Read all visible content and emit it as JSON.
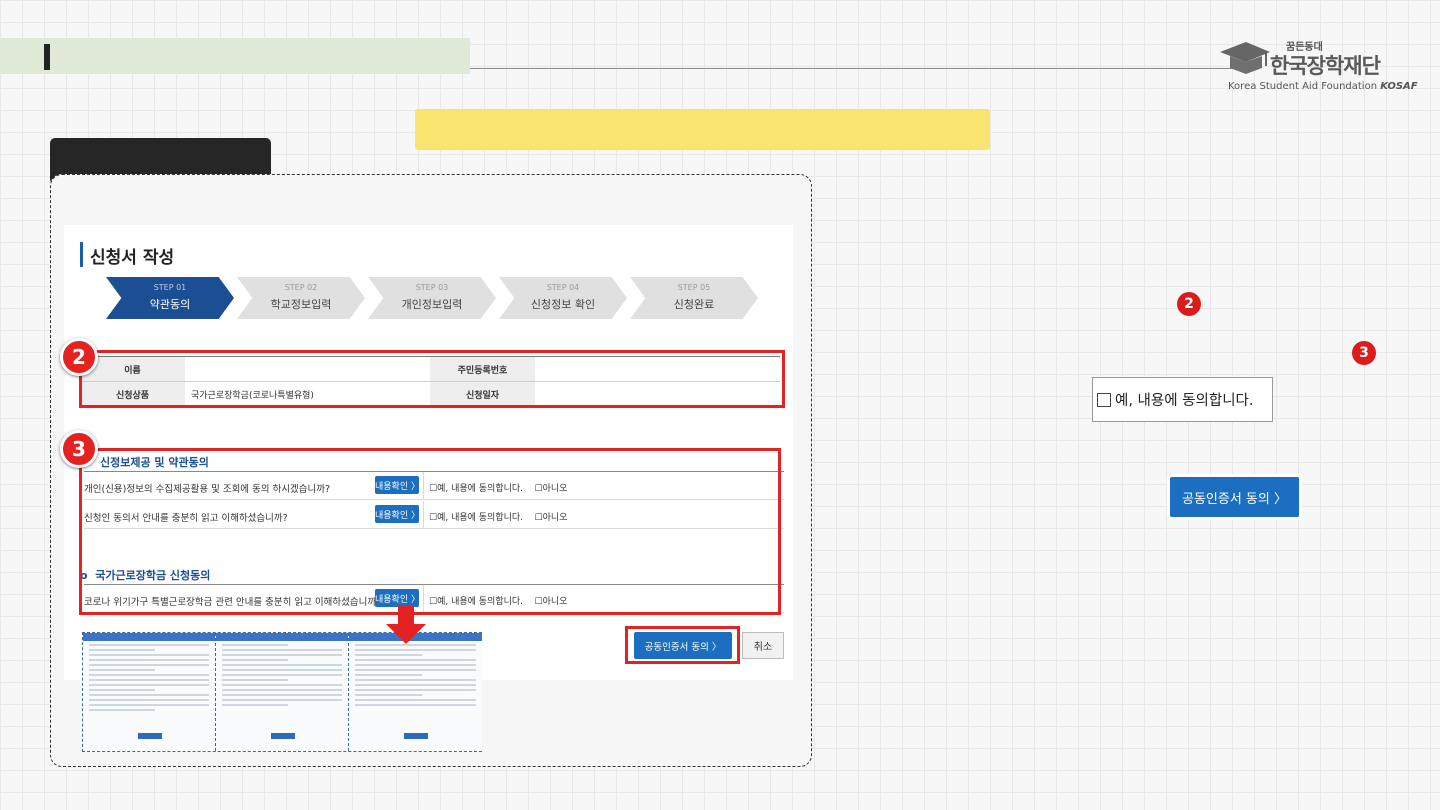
{
  "brand": {
    "small_text": "꿈든동대",
    "name": "한국장학재단",
    "english": "Korea Student Aid Foundation",
    "abbr": "KOSAF"
  },
  "form": {
    "title": "신청서 작성",
    "steps": [
      {
        "num": "STEP 01",
        "label": "약관동의",
        "active": true
      },
      {
        "num": "STEP 02",
        "label": "학교정보입력",
        "active": false
      },
      {
        "num": "STEP 03",
        "label": "개인정보입력",
        "active": false
      },
      {
        "num": "STEP 04",
        "label": "신청정보 확인",
        "active": false
      },
      {
        "num": "STEP 05",
        "label": "신청완료",
        "active": false
      }
    ],
    "info_table": {
      "name_label": "이름",
      "name_value": "",
      "rrn_label": "주민등록번호",
      "rrn_value": "",
      "product_label": "신청상품",
      "product_value": "국가근로장학금(코로나특별유형)",
      "date_label": "신청일자",
      "date_value": ""
    },
    "section1_title": "신정보제공 및 약관동의",
    "section2_title": "국가근로장학금 신청동의",
    "questions": [
      {
        "text": "개인(신용)정보의 수집제공활용 및 조회에 동의 하시겠습니까?",
        "button": "내용확인 〉",
        "agree": "예, 내용에 동의합니다.",
        "disagree": "아니오"
      },
      {
        "text": "신청인 동의서 안내를 충분히 읽고 이해하셨습니까?",
        "button": "내용확인 〉",
        "agree": "예, 내용에 동의합니다.",
        "disagree": "아니오"
      },
      {
        "text": "코로나 위기가구 특별근로장학금 관련 안내를 충분히 읽고 이해하셨습니까?",
        "button": "내용확인 〉",
        "agree": "예, 내용에 동의합니다.",
        "disagree": "아니오"
      }
    ],
    "cert_button": "공동인증서 동의 〉",
    "cancel_button": "취소"
  },
  "markers": {
    "m2": "2",
    "m3": "3"
  },
  "zoom": {
    "agree_text": "예, 내용에 동의합니다.",
    "cert_button": "공동인증서 동의 〉"
  },
  "colors": {
    "accent_blue": "#1c4e94",
    "button_blue": "#1c6fc0",
    "highlight_red": "#e52222",
    "yellow_band": "#f8e46f"
  }
}
